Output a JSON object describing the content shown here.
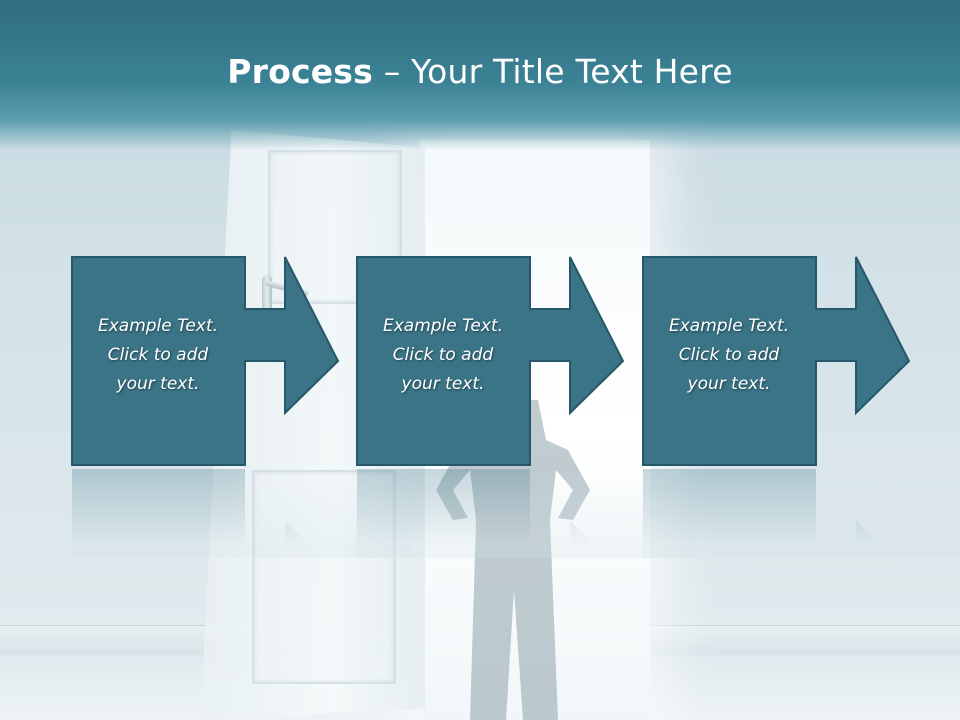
{
  "slide": {
    "title_bold": "Process",
    "title_dash": " – ",
    "title_rest": "Your Title Text Here"
  },
  "steps": [
    {
      "text": "Example Text.\nClick  to add\nyour text."
    },
    {
      "text": "Example Text.\nClick  to add\nyour text."
    },
    {
      "text": "Example Text.\nClick  to add\nyour text."
    }
  ],
  "colors": {
    "step_fill": "#3a7486",
    "step_border": "#27576a",
    "title_bar": "#3b8295"
  },
  "decor": {
    "background_scene": "open-door-with-businessman-icon"
  }
}
